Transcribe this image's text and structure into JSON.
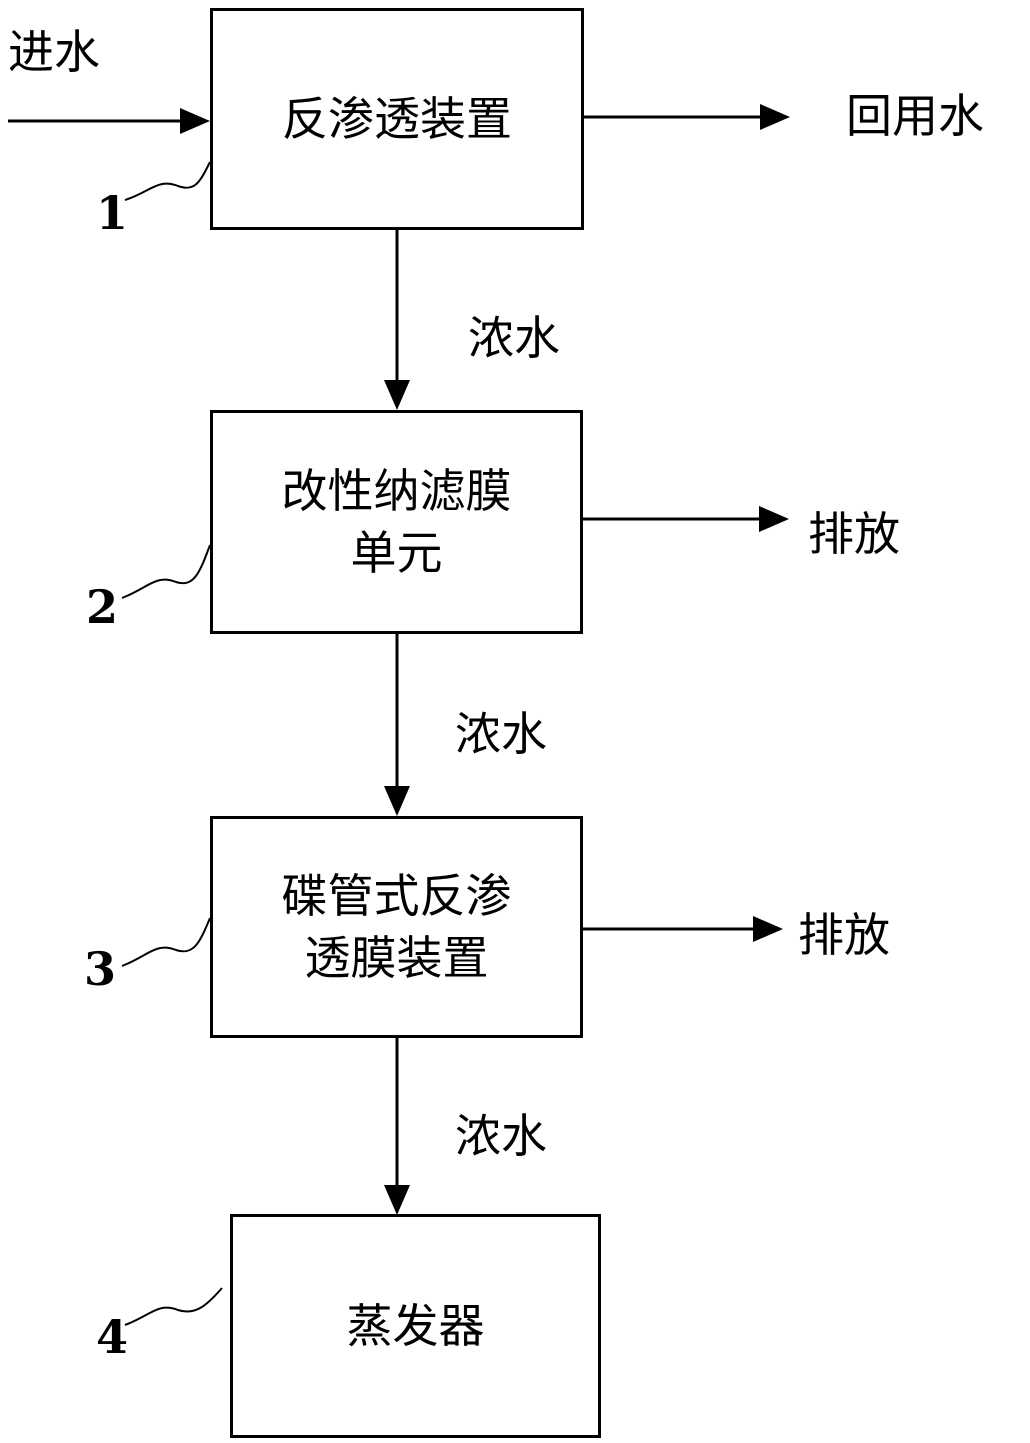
{
  "diagram": {
    "inlet_label": "进水",
    "boxes": {
      "ro_device": {
        "number": "1",
        "lines": [
          "反渗透装置"
        ]
      },
      "nanofiltration_unit": {
        "number": "2",
        "lines": [
          "改性纳滤膜",
          "单元"
        ]
      },
      "dtro_device": {
        "number": "3",
        "lines": [
          "碟管式反渗",
          "透膜装置"
        ]
      },
      "evaporator": {
        "number": "4",
        "lines": [
          "蒸发器"
        ]
      }
    },
    "outputs": {
      "reuse_water": "回用水",
      "discharge_1": "排放",
      "discharge_2": "排放"
    },
    "concentrate_labels": [
      "浓水",
      "浓水",
      "浓水"
    ]
  }
}
